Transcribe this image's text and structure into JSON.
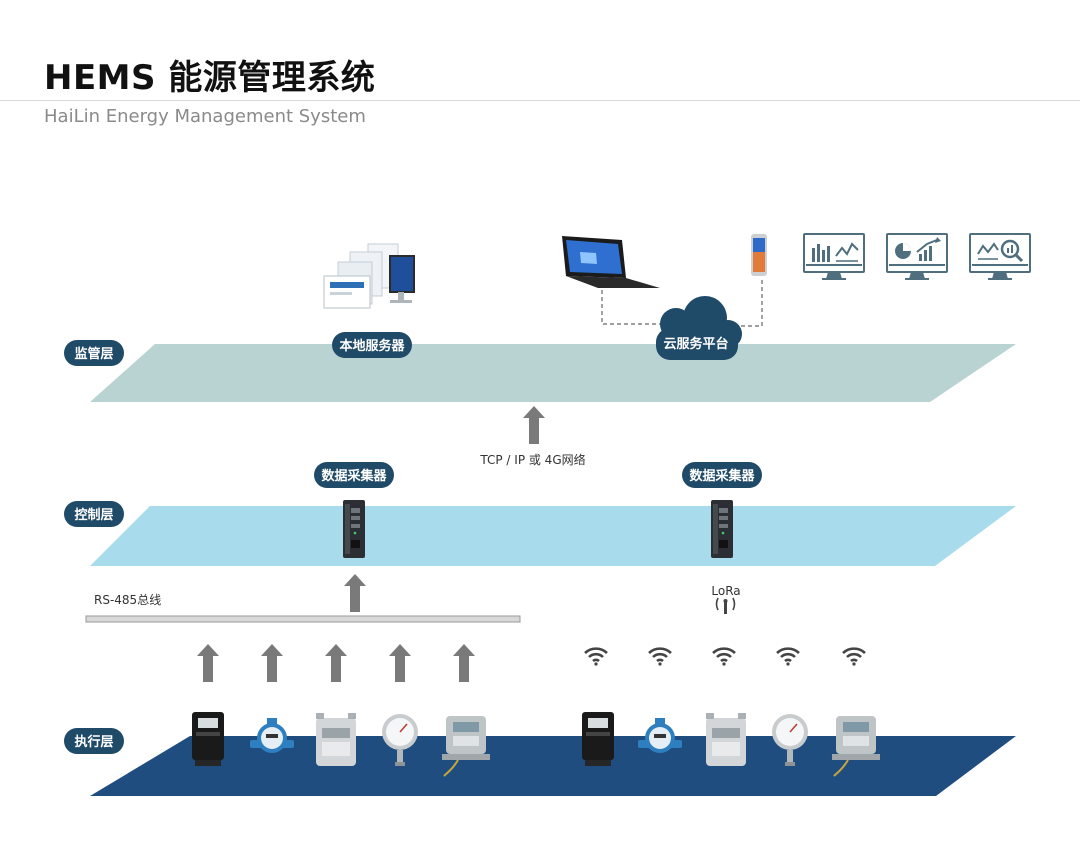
{
  "header": {
    "title": "HEMS 能源管理系统",
    "subtitle": "HaiLin Energy Management System"
  },
  "layers": {
    "supervision": "监管层",
    "control": "控制层",
    "execution": "执行层"
  },
  "nodes": {
    "local_server": "本地服务器",
    "cloud_platform": "云服务平台",
    "collector_left": "数据采集器",
    "collector_right": "数据采集器"
  },
  "links": {
    "network": "TCP / IP 或 4G网络",
    "bus": "RS-485总线",
    "lora": "LoRa"
  },
  "colors": {
    "supervision_plane": "#b9d3d3",
    "control_plane": "#a8dcec",
    "execution_plane": "#1f4d80",
    "pill": "#1f4a68",
    "arrow": "#7a7a7a"
  },
  "icons": [
    "monitor-screens-icon",
    "laptop-icon",
    "smartphone-icon",
    "bar-chart-monitor-icon",
    "pie-chart-monitor-icon",
    "analytics-monitor-icon",
    "cloud-icon",
    "data-collector-icon",
    "wifi-icon",
    "lora-antenna-icon",
    "electric-meter-icon",
    "water-meter-icon",
    "gas-meter-icon",
    "pressure-gauge-icon",
    "heat-meter-icon"
  ]
}
